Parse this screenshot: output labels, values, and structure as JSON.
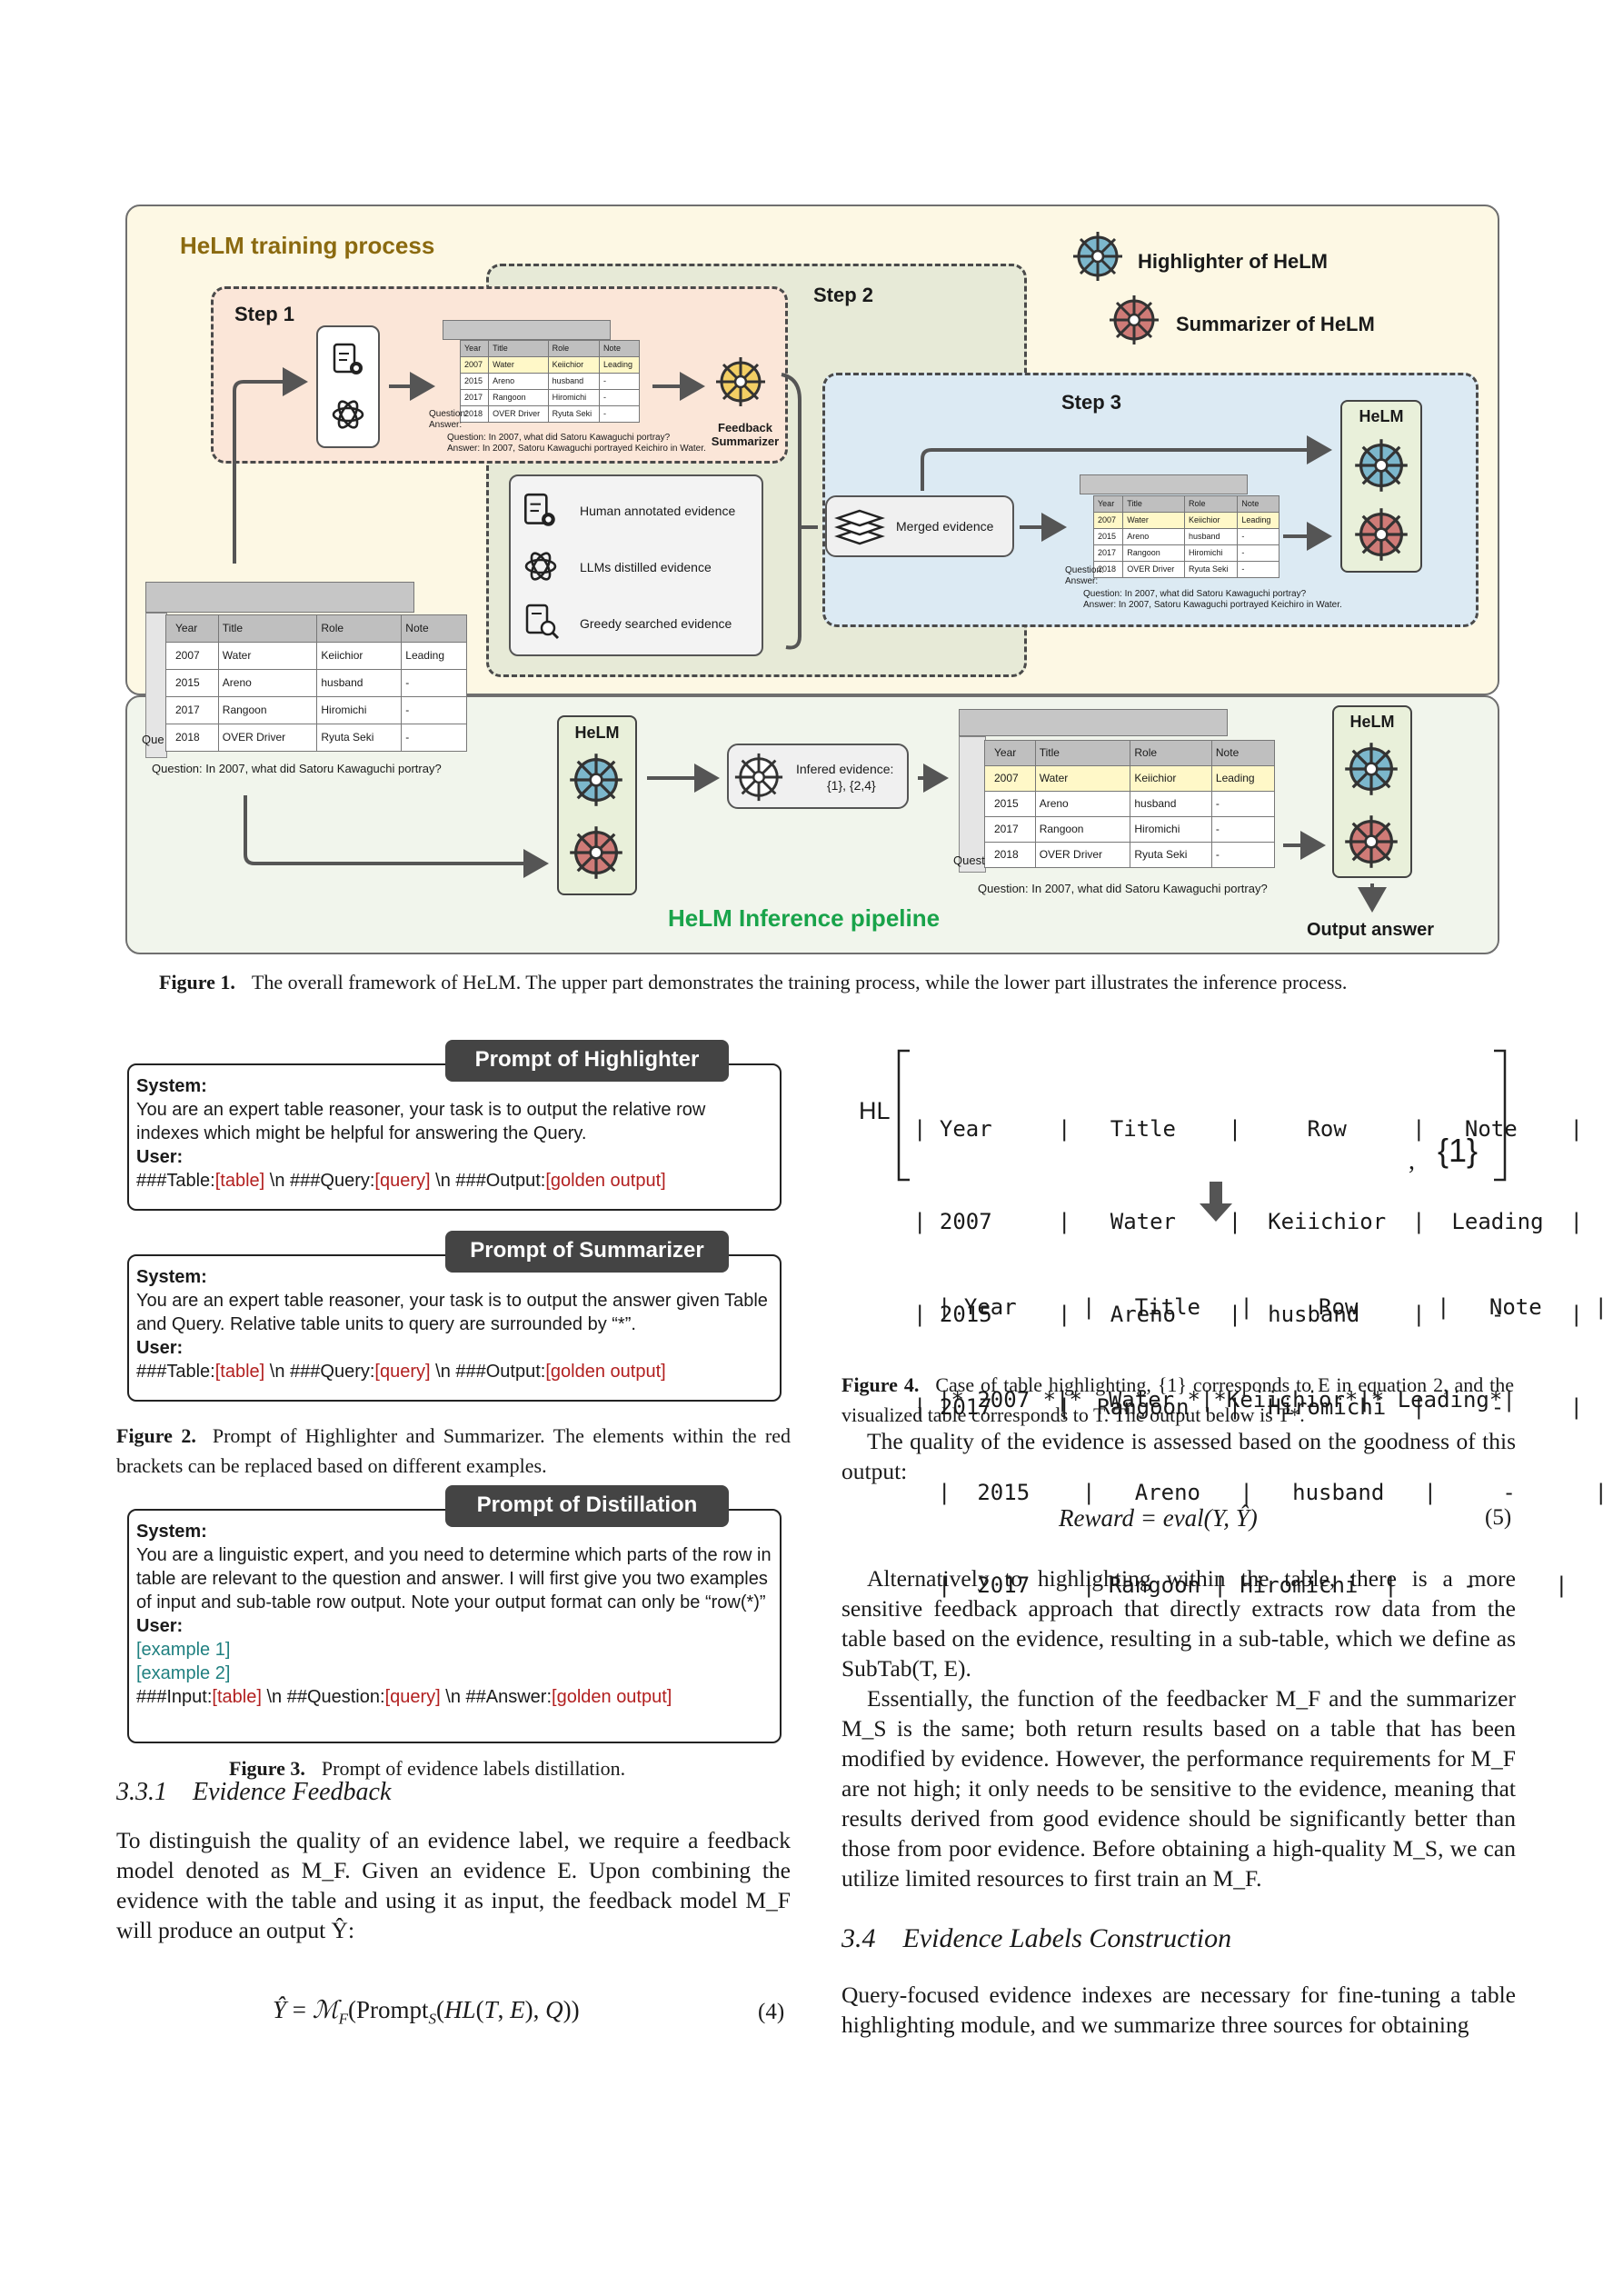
{
  "figure1": {
    "training_title": "HeLM training process",
    "inference_title": "HeLM Inference pipeline",
    "step1": "Step 1",
    "step2": "Step 2",
    "step3": "Step 3",
    "legend_highlighter": "Highlighter of HeLM",
    "legend_summarizer": "Summarizer of HeLM",
    "feedback_summarizer": "Feedback Summarizer",
    "evidence_sources": [
      "Human annotated evidence",
      "LLMs distilled evidence",
      "Greedy searched evidence"
    ],
    "merged_evidence": "Merged evidence",
    "helm_label": "HeLM",
    "inferred_evidence_line1": "Infered evidence:",
    "inferred_evidence_line2": "{1}, {2,4}",
    "output_answer": "Output answer",
    "table_header": [
      "Year",
      "Title",
      "Role",
      "Note"
    ],
    "table_rows": [
      [
        "2007",
        "Water",
        "Keiichior",
        "Leading"
      ],
      [
        "2015",
        "Areno",
        "husband",
        "-"
      ],
      [
        "2017",
        "Rangoon",
        "Hiromichi",
        "-"
      ],
      [
        "2018",
        "OVER Driver",
        "Ryuta Seki",
        "-"
      ]
    ],
    "question_prefix": "Question:",
    "answer_prefix": "Answer:",
    "question_truncated": "Que",
    "question_truncated_2": "Quest",
    "question": "Question: In 2007, what did Satoru Kawaguchi portray?",
    "answer": "Answer: In 2007, Satoru Kawaguchi portrayed Keichiro in Water.",
    "caption_label": "Figure 1.",
    "caption": "The overall framework of HeLM. The upper part demonstrates the training process, while the lower part illustrates the inference process."
  },
  "prompt_highlighter": {
    "tag": "Prompt of Highlighter",
    "system_label": "System:",
    "system": "You are an expert table reasoner, your task is to output the relative row indexes which might be helpful for answering the Query.",
    "user_label": "User:",
    "line_parts": [
      "###Table:",
      "[table]",
      " \\n ###Query:",
      "[query]",
      " \\n ###Output:",
      "[golden output]"
    ]
  },
  "prompt_summarizer": {
    "tag": "Prompt of Summarizer",
    "system_label": "System:",
    "system": "You are an expert table reasoner, your task is to output the answer given Table and Query. Relative table units to query are surrounded by “*”.",
    "user_label": "User:",
    "line_parts": [
      "###Table:",
      "[table]",
      " \\n ###Query:",
      "[query]",
      " \\n ###Output:",
      "[golden output]"
    ]
  },
  "figure2": {
    "label": "Figure 2.",
    "caption": "Prompt of Highlighter and Summarizer. The elements within the red brackets can be replaced based on different examples."
  },
  "prompt_distillation": {
    "tag": "Prompt of Distillation",
    "system_label": "System:",
    "system": "You are a linguistic expert, and you need to determine which parts of the row in table are relevant to the question and answer. I will first give you two examples of input and sub-table row output. Note your output format can only be “row(*)”",
    "user_label": "User:",
    "example1": "[example 1]",
    "example2": "[example 2]",
    "line_parts": [
      "###Input:",
      "[table]",
      " \\n ##Question:",
      "[query]",
      " \\n ##Answer:",
      "[golden output]"
    ]
  },
  "figure3": {
    "label": "Figure 3.",
    "caption": "Prompt of evidence labels distillation."
  },
  "section_331": {
    "number": "3.3.1",
    "title": "Evidence Feedback",
    "para": "To distinguish the quality of an evidence label, we require a feedback model denoted as M_F. Given an evidence E. Upon combining the evidence with the table and using it as input, the feedback model M_F will produce an output Ŷ:",
    "eq_number": "(4)"
  },
  "figure4": {
    "hl_label": "HL",
    "matrix_rows": [
      "| Year     |   Title    |     Row     |   Note    |",
      "| 2007     |   Water    |  Keiichior  |  Leading  |",
      "| 2015     |   Areno    |  husband    |     -     |",
      "| 2017     |  Rangoon   |  Hiromichi  |     -     |"
    ],
    "set_label": "{1}",
    "output_rows": [
      "| Year     |   Title   |     Row      |   Note    |",
      "|* 2007 *|*  Water *|*Keiichior*|* Leading*|",
      "|  2015    |   Areno   |   husband   |     -      |",
      "|  2017    | Rangoon | Hiromichi  |     -      |"
    ],
    "label": "Figure 4.",
    "caption": "Case of table highlighting, {1} corresponds to E in equation 2, and the visualized table corresponds to T. The output below is T*."
  },
  "right_text": {
    "p1": "The quality of the evidence is assessed based on the goodness of this output:",
    "eq5": "Reward = eval(Y, Ŷ)",
    "eq5_number": "(5)",
    "p2": "Alternatively to highlighting within the table, there is a more sensitive feedback approach that directly extracts row data from the table based on the evidence, resulting in a sub-table, which we define as SubTab(T, E).",
    "p3": "Essentially, the function of the feedbacker M_F and the summarizer M_S is the same; both return results based on a table that has been modified by evidence. However, the performance requirements for M_F are not high; it only needs to be sensitive to the evidence, meaning that results derived from good evidence should be significantly better than those from poor evidence. Before obtaining a high-quality M_S, we can utilize limited resources to first train an M_F."
  },
  "section_34": {
    "number": "3.4",
    "title": "Evidence Labels Construction",
    "para": "Query-focused evidence indexes are necessary for fine-tuning a table highlighting module, and we summarize three sources for obtaining"
  },
  "colors": {
    "training_bg": "#fdf8e4",
    "inference_bg": "#f1f5ec",
    "step1_bg": "#fbe6d8",
    "step2_bg": "#e7ead7",
    "step3_bg": "#dceaf3",
    "highlighter_wheel": "#7cb7cc",
    "summarizer_wheel": "#cf7b77",
    "feedback_wheel": "#f3cf64",
    "training_title": "#8b6a10",
    "inference_title": "#19a34a",
    "red_placeholder": "#b21f1f",
    "teal_example": "#208080"
  }
}
